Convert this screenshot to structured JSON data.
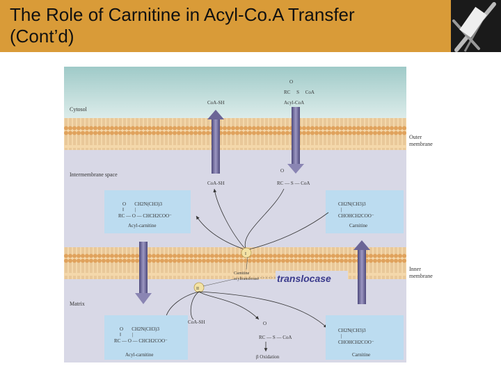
{
  "slide": {
    "title": "The Role of Carnitine in Acyl-Co.A Transfer\n(Cont’d)"
  },
  "logo": {
    "icon": "needles-logo-icon"
  },
  "diagram": {
    "regions": {
      "cytosol": "Cytosol",
      "intermembrane": "Intermembrane space",
      "matrix": "Matrix"
    },
    "membranes": {
      "outer": "Outer\nmembrane",
      "inner": "Inner\nmembrane"
    },
    "cytosol_species": {
      "coash": "CoA-SH",
      "acylcoa_o": "O",
      "acylcoa_line": "RC     S     CoA",
      "acylcoa_name": "Acyl-CoA"
    },
    "ims_species": {
      "coash": "CoA-SH",
      "acylcoa_o": "O",
      "acylcoa_formula": "RC — S — CoA"
    },
    "acylcarnitine_ims": {
      "line1": "O       CH2N(CH3)3",
      "line2": "‖         |",
      "line3": "RC — O — CHCH2COO⁻",
      "name": "Acyl-carnitine"
    },
    "carnitine_ims": {
      "line1": "CH2N(CH3)3",
      "line2": "|",
      "line3": "CHOHCH2COO⁻",
      "name": "Carnitine"
    },
    "acylcarnitine_matrix": {
      "line1": "O       CH2N(CH3)3",
      "line2": "‖         |",
      "line3": "RC — O — CHCH2COO⁻",
      "name": "Acyl-carnitine"
    },
    "carnitine_matrix": {
      "line1": "CH2N(CH3)3",
      "line2": "|",
      "line3": "CHOHCH2COO⁻",
      "name": "Carnitine"
    },
    "matrix_species": {
      "coash": "CoA-SH",
      "acylcoa_o": "O",
      "acylcoa_formula": "RC — S — CoA",
      "beta": "β Oxidation"
    },
    "enzymes": {
      "i": "I",
      "ii": "II",
      "cat_line1": "Carnitine",
      "cat_line2": "acyltransferase",
      "translocase": "translocase"
    },
    "colors": {
      "cytosol": "#c7e0df",
      "ims": "#dcdce8",
      "matrix": "#dcdce8",
      "membrane_head": "#e3a964",
      "membrane_core": "#f6dcb2",
      "box": "#bcdcf0",
      "arrow": "#6b6596",
      "accent": "#3a3a8c",
      "title_bg": "#d99b38"
    }
  }
}
